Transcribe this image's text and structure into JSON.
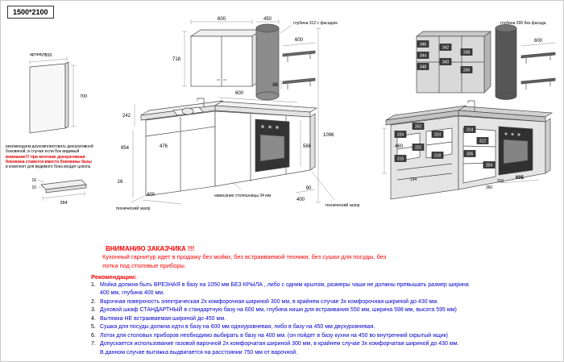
{
  "page": {
    "size_label": "1500*2100"
  },
  "left_panel": {
    "article_label": "артикул:",
    "dim_550": "550",
    "dim_700": "700",
    "dim_16": "16",
    "dim_10": "10",
    "dim_384": "384",
    "note_1": "рекомендуем доукомплектовать декоративной боковиной, в случае если бок видимый",
    "note_2": "внимание!!! при монтаже декоративная боковина ставится вместо боковины базы",
    "note_3": "в комплект для видимого бока входит цоколь"
  },
  "center_drawing": {
    "dims": {
      "top_600": "600",
      "hood_450": "450",
      "depth_note": "глубина 312 с фасадом",
      "wall_718": "718",
      "shelf_600": "600",
      "shelf_86": "86",
      "base_600": "600",
      "h_242": "242",
      "h_854": "854",
      "w_476": "476",
      "w_566": "566",
      "h_1096": "1096",
      "t_16": "16",
      "w_400_left": "400",
      "w_90": "90",
      "w_400_right": "400",
      "overhang": "нависание столешницы 34 мм",
      "tech_left": "технический зазор",
      "tech_right": "технический зазор"
    }
  },
  "right_drawing": {
    "depth_note": "глубина 296 без фасада",
    "shelf_600": "600",
    "h_460": "460",
    "w_605": "605",
    "d_310": "310",
    "d_360": "360",
    "d_134": "134",
    "chips": [
      "346",
      "344",
      "348",
      "342",
      "340",
      "338",
      "336",
      "334",
      "352",
      "324",
      "322",
      "318",
      "316",
      "314",
      "312",
      "306",
      "304"
    ]
  },
  "notice": {
    "title": "ВНИМАНИЮ ЗАКАЗЧИКА !!!",
    "line1": "Кухонный гарнитур идет в продажу без мойки, без встраиваемой техники, без сушки для посуды, без",
    "line2": "лотка под столовые приборы."
  },
  "recommendations": {
    "title": "Рекомендации:",
    "items": [
      {
        "num": "1.",
        "text": "Мойка должна быть ВРЕЗНАЯ в базу на 1050 мм БЕЗ КРЫЛА , либо с одним крылом, размеры чаши не должны превышать размер ширина 400 мм, глубина 400 мм."
      },
      {
        "num": "2.",
        "text": "Варочная поверхность электрическая 2х комфорочная шириной 300 мм, в крайнем случае 3х комфорочная шириной до 430 мм."
      },
      {
        "num": "3.",
        "text": "Духовой шкаф СТАНДАРТНЫЙ в стандартную базу на 600 мм, глубина ниши для встраивания 550 мм, ширина 598 мм, высота 595 мм)"
      },
      {
        "num": "4.",
        "text": "Вытяжка НЕ встраиваемая шириной до 450 мм."
      },
      {
        "num": "5.",
        "text": "Сушка для посуды должна идти в базу на 600 мм одноуровневая, либо в базу на 450 мм двухуровневая."
      },
      {
        "num": "6.",
        "text": "Лоток для столовых приборов необходимо выбирать в базу на 400 мм. (он пойдет в базу кухни на 450 во внутренний скрытый ящик)"
      },
      {
        "num": "7.",
        "text": "Допускается использование газовой варочной 2х комфорчатая шириной 300 мм, в крайнем случае 3х комфорчатая шириной до 430 мм."
      },
      {
        "num": "",
        "text": "В данном случае вытяжка выдвигается на расстоянии 750 мм от варочной."
      }
    ]
  }
}
